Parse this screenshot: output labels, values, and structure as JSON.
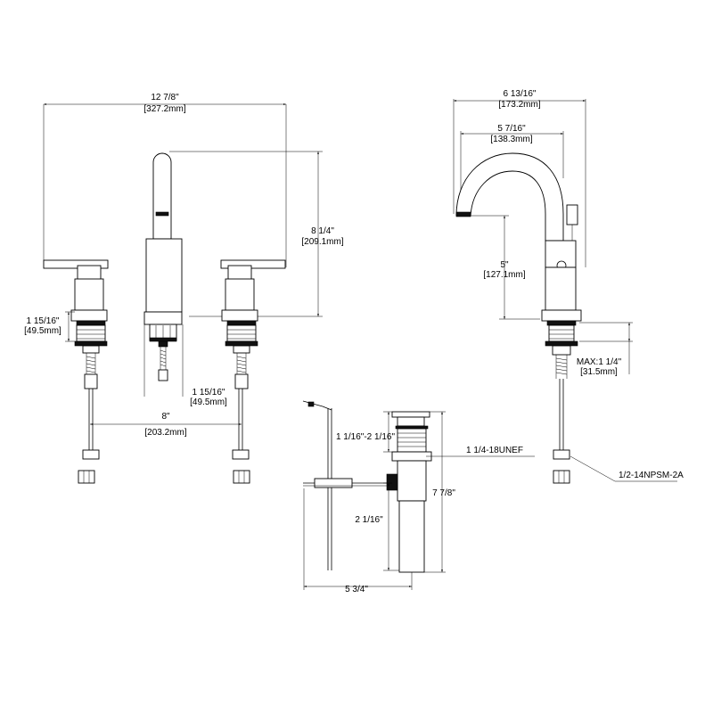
{
  "widespread": {
    "overall_width": {
      "imperial": "12 7/8\"",
      "metric": "[327.2mm]"
    },
    "spout_height": {
      "imperial": "8 1/4\"",
      "metric": "[209.1mm]"
    },
    "handle_depth": {
      "imperial": "1 15/16\"",
      "metric": "[49.5mm]"
    },
    "spout_depth": {
      "imperial": "1 15/16\"",
      "metric": "[49.5mm]"
    },
    "center_spacing": {
      "imperial": "8\"",
      "metric": "[203.2mm]"
    }
  },
  "side_view": {
    "total_depth": {
      "imperial": "6 13/16\"",
      "metric": "[173.2mm]"
    },
    "spout_reach": {
      "imperial": "5 7/16\"",
      "metric": "[138.3mm]"
    },
    "spout_clearance": {
      "imperial": "5\"",
      "metric": "[127.1mm]"
    },
    "max_deck": {
      "imperial": "MAX:1 1/4\"",
      "metric": "[31.5mm]"
    },
    "connection": "1/2-14NPSM-2A"
  },
  "drain": {
    "flange_range": "1 1/16\"-2 1/16\"",
    "thread": "1 1/4-18UNEF",
    "total_height": "7 7/8\"",
    "pivot_height": "2 1/16\"",
    "lift_rod_width": "5 3/4\""
  }
}
